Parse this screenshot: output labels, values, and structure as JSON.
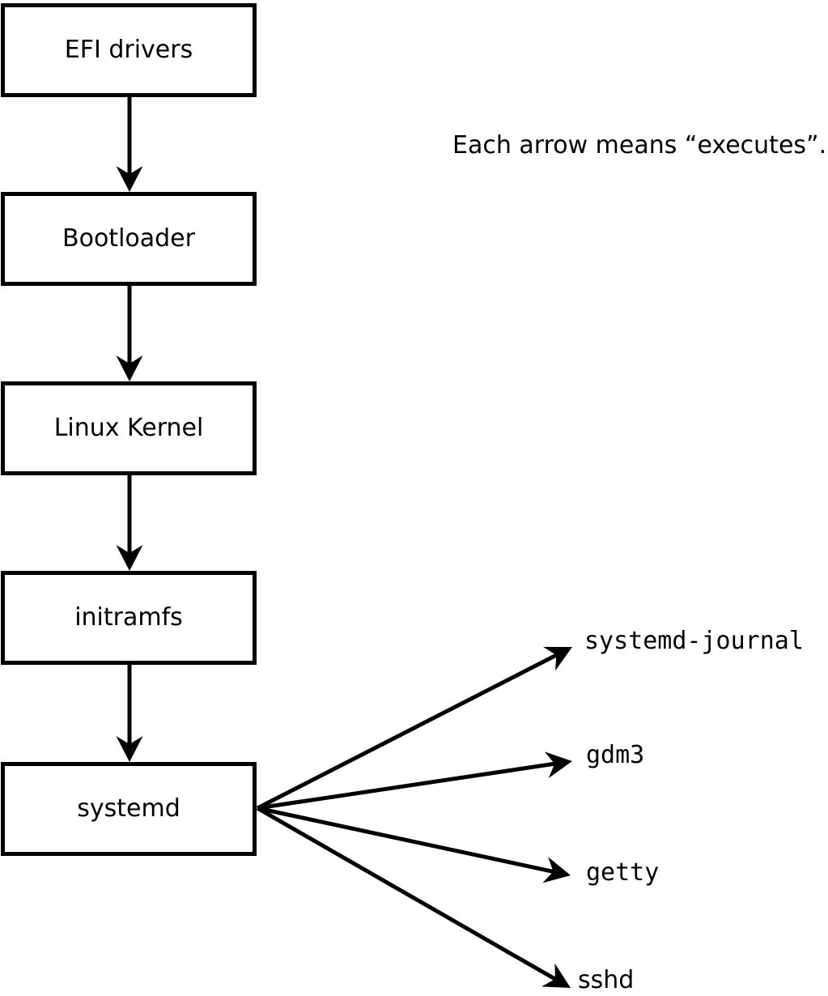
{
  "note": "Each arrow means “executes”.",
  "colors": {
    "background": "#ffffff",
    "stroke": "#000000",
    "text": "#000000"
  },
  "diagram": {
    "chain": [
      {
        "label": "EFI drivers"
      },
      {
        "label": "Bootloader"
      },
      {
        "label": "Linux Kernel"
      },
      {
        "label": "initramfs"
      },
      {
        "label": "systemd"
      }
    ],
    "spawned": [
      {
        "label": "systemd-journal"
      },
      {
        "label": "gdm3"
      },
      {
        "label": "getty"
      },
      {
        "label": "sshd"
      }
    ]
  }
}
